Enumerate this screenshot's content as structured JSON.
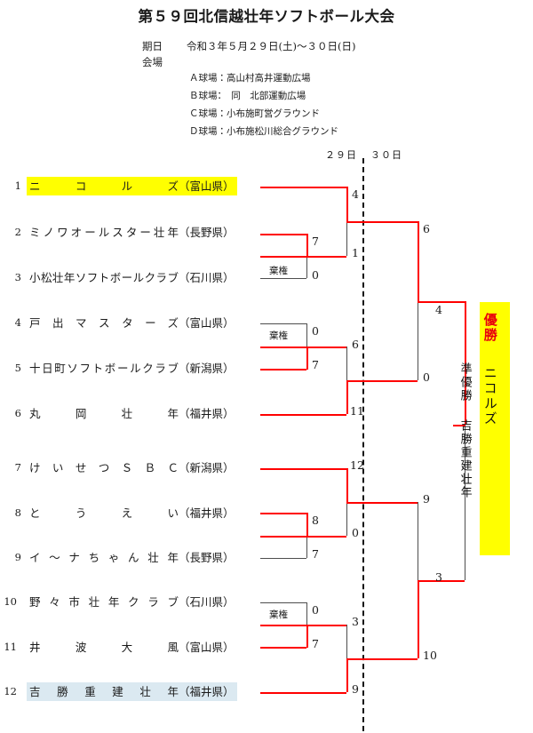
{
  "header": {
    "title": "第５９回北信越壮年ソフトボール大会",
    "date_label": "期日",
    "date_value": "令和３年５月２９日(土)～３０日(日)",
    "venue_label": "会場",
    "venues": [
      "Ａ球場：高山村高井運動広場",
      "Ｂ球場：　同　北部運動広場",
      "Ｃ球場：小布施町営グラウンド",
      "Ｄ球場：小布施松川総合グラウンド"
    ]
  },
  "day_headers": {
    "day1": "２９日",
    "day2": "３０日"
  },
  "teams": [
    {
      "seed": "1",
      "name": "ニコルズ",
      "pref": "（富山県）",
      "highlight": "yellow"
    },
    {
      "seed": "2",
      "name": "ミノワオールスター壮年",
      "pref": "（長野県）",
      "highlight": "none"
    },
    {
      "seed": "3",
      "name": "小松壮年ソフトボールクラブ",
      "pref": "（石川県）",
      "highlight": "none"
    },
    {
      "seed": "4",
      "name": "戸出マスターズ",
      "pref": "（富山県）",
      "highlight": "none"
    },
    {
      "seed": "5",
      "name": "十日町ソフトボールクラブ",
      "pref": "（新潟県）",
      "highlight": "none"
    },
    {
      "seed": "6",
      "name": "丸岡壮年",
      "pref": "（福井県）",
      "highlight": "none"
    },
    {
      "seed": "7",
      "name": "けいせつＳＢＣ",
      "pref": "（新潟県）",
      "highlight": "none"
    },
    {
      "seed": "8",
      "name": "とうえい",
      "pref": "（福井県）",
      "highlight": "none"
    },
    {
      "seed": "9",
      "name": "イ～ナちゃん壮年",
      "pref": "（長野県）",
      "highlight": "none"
    },
    {
      "seed": "10",
      "name": "野々市壮年クラブ",
      "pref": "（石川県）",
      "highlight": "none"
    },
    {
      "seed": "11",
      "name": "井波大風",
      "pref": "（富山県）",
      "highlight": "none"
    },
    {
      "seed": "12",
      "name": "吉勝重建壮年",
      "pref": "（福井県）",
      "highlight": "blue"
    }
  ],
  "forfeit_label": "棄権",
  "scores": {
    "r1_t2": "7",
    "r1_t3": "0",
    "r1_t4": "0",
    "r1_t5": "7",
    "r1_t8": "8",
    "r1_t9": "7",
    "r1_t10": "0",
    "r1_t11": "7",
    "qf1_top": "4",
    "qf1_bot": "1",
    "qf2_top": "6",
    "qf2_bot": "11",
    "qf3_top": "12",
    "qf3_bot": "0",
    "qf4_top": "3",
    "qf4_bot": "9",
    "sf1_top": "6",
    "sf1_bot": "0",
    "sf2_top": "9",
    "sf2_bot": "10",
    "final_top": "4",
    "final_bot": "3"
  },
  "result": {
    "champion_label": "優勝",
    "champion_team": "ニコルズ",
    "runnerup_label": "準優勝",
    "runnerup_team": "吉勝重建壮年"
  },
  "colors": {
    "winner_line": "#ff0000",
    "loser_line": "#4d4d4d",
    "champion_highlight": "#ffff00",
    "runnerup_highlight": "#dbe9f1",
    "champion_text": "#e8000d"
  }
}
